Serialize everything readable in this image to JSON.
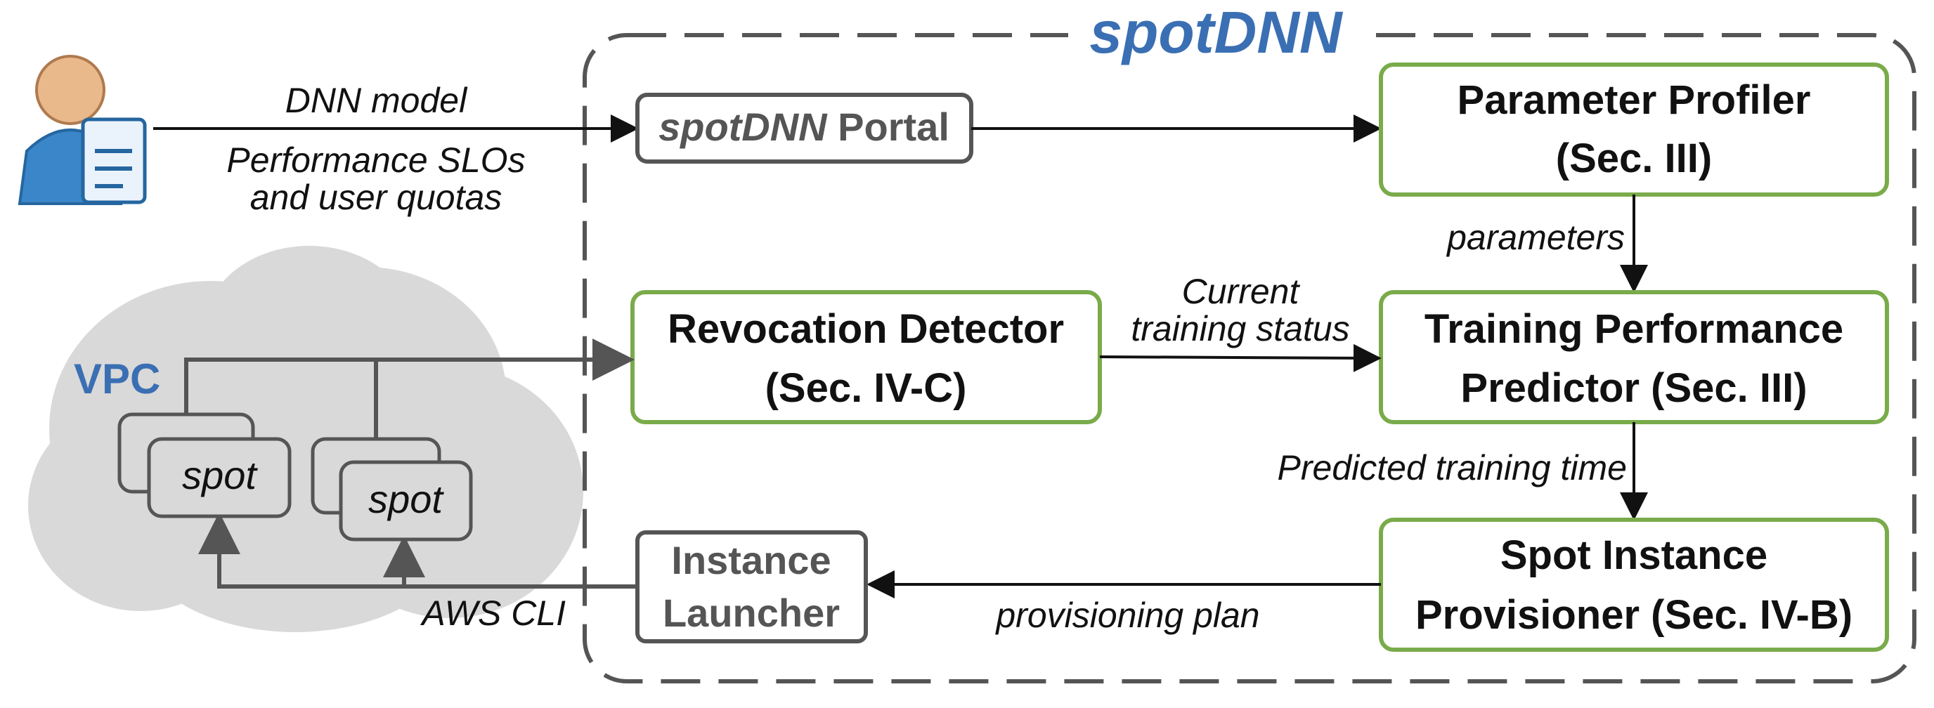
{
  "title": "spotDNN",
  "colors": {
    "title_blue": "#3b6fb3",
    "box_green": "#7aab4a",
    "box_gray": "#555555",
    "dash": "#555555",
    "cloud": "#d9d9d9",
    "arrow": "#111111",
    "gray_arrow": "#555555"
  },
  "user": {
    "icon": "user-document-icon",
    "labels": {
      "line1": "DNN model",
      "line2": "Performance SLOs",
      "line3": "and user quotas"
    }
  },
  "portal": {
    "prefix": "spotDNN",
    "suffix": " Portal"
  },
  "profiler": {
    "line1": "Parameter Profiler",
    "line2": "(Sec. III)"
  },
  "predictor": {
    "line1": "Training Performance",
    "line2": "Predictor (Sec. III)"
  },
  "detector": {
    "line1": "Revocation Detector",
    "line2": "(Sec. IV-C)"
  },
  "provisioner": {
    "line1": "Spot Instance",
    "line2": "Provisioner (Sec. IV-B)"
  },
  "launcher": {
    "line1": "Instance",
    "line2": "Launcher"
  },
  "edges": {
    "parameters": "parameters",
    "status_line1": "Current",
    "status_line2": "training status",
    "predicted": "Predicted training time",
    "plan": "provisioning plan",
    "aws_cli": "AWS CLI"
  },
  "vpc": {
    "label": "VPC",
    "instances": [
      "spot",
      "spot"
    ]
  }
}
